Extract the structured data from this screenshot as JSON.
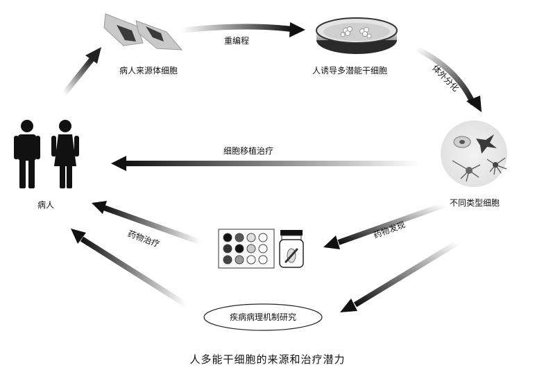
{
  "nodes": {
    "patient_cells": "病人来源体细胞",
    "ipsc": "人诱导多潜能干细胞",
    "cell_types": "不同类型细胞",
    "patient": "病人",
    "disease_mechanism": "疾病病理机制研究"
  },
  "edges": {
    "reprogramming": "重编程",
    "in_vitro_differentiation": "体外分化",
    "cell_transplant": "细胞移植治疗",
    "drug_therapy": "药物治疗",
    "drug_discovery": "药物发现"
  },
  "caption": "人多能干细胞的来源和治疗潜力",
  "colors": {
    "ink": "#111111",
    "gray": "#888888",
    "light": "#e6e6e6"
  }
}
